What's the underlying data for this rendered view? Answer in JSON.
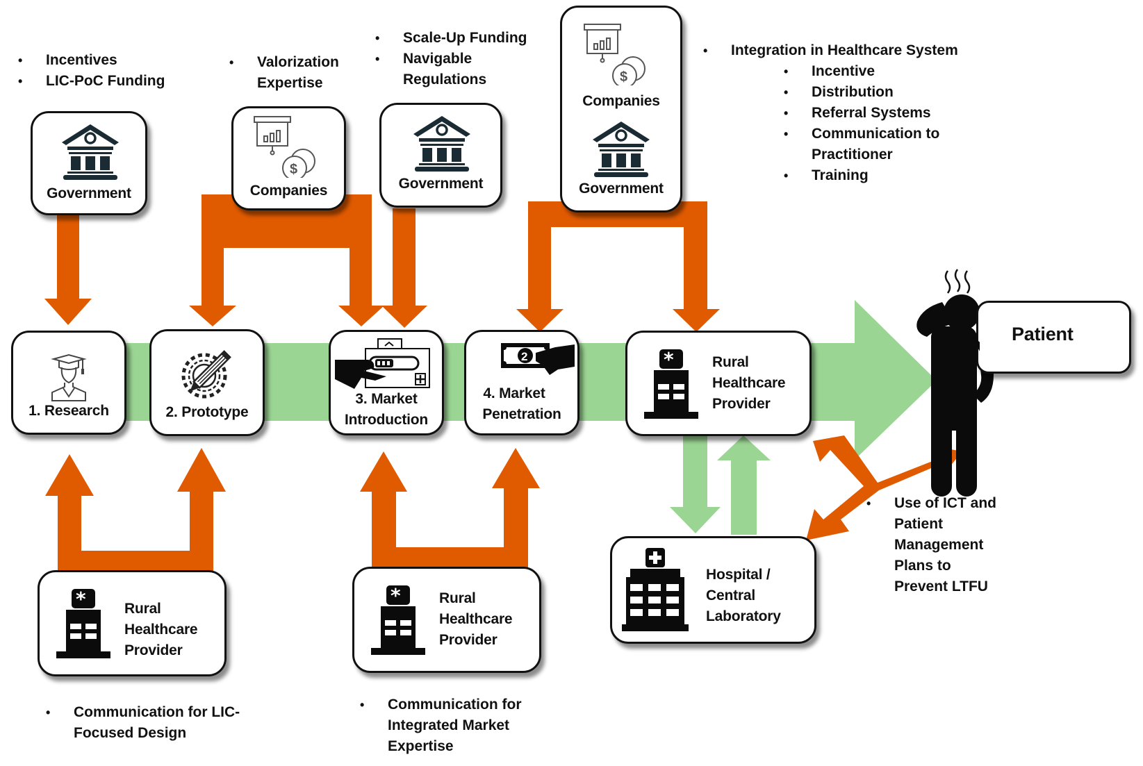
{
  "colors": {
    "orange_arrow": "#E05A00",
    "green_flow": "#9BD593",
    "icon_dark": "#1B2B33",
    "box_border": "#111111"
  },
  "stages": [
    {
      "label_lines": [
        "1. Research"
      ],
      "icon": "graduate-icon"
    },
    {
      "label_lines": [
        "2. Prototype"
      ],
      "icon": "gear-pencil-icon"
    },
    {
      "label_lines": [
        "3. Market",
        "Introduction"
      ],
      "icon": "hand-medical-kit-icon"
    },
    {
      "label_lines": [
        "4. Market",
        "Penetration"
      ],
      "icon": "hand-money-icon"
    }
  ],
  "top_actors": {
    "government_1": {
      "label": "Government",
      "icon": "government-building-icon"
    },
    "companies_1": {
      "label": "Companies",
      "icon": "companies-finance-icon"
    },
    "government_2": {
      "label": "Government",
      "icon": "government-building-icon"
    },
    "companies_government": {
      "label_companies": "Companies",
      "label_government": "Government"
    }
  },
  "rural_provider_main": {
    "lines": [
      "Rural",
      "Healthcare",
      "Provider"
    ],
    "icon": "clinic-building-icon"
  },
  "rural_provider_bottom_1": {
    "lines": [
      "Rural",
      "Healthcare",
      "Provider"
    ],
    "icon": "clinic-building-icon"
  },
  "rural_provider_bottom_2": {
    "lines": [
      "Rural",
      "Healthcare",
      "Provider"
    ],
    "icon": "clinic-building-icon"
  },
  "hospital": {
    "lines": [
      "Hospital /",
      "Central",
      "Laboratory"
    ],
    "icon": "hospital-building-icon"
  },
  "patient": {
    "label": "Patient",
    "icon": "sick-person-icon"
  },
  "notes": {
    "gov1": [
      "Incentives",
      "LIC-PoC Funding"
    ],
    "companies1": [
      "Valorization",
      "Expertise"
    ],
    "gov2": [
      "Scale-Up Funding",
      "Navigable",
      "Regulations"
    ],
    "integration": {
      "title": "Integration in Healthcare System",
      "items": [
        "Incentive",
        "Distribution",
        "Referral Systems",
        "Communication to",
        "Practitioner",
        "Training"
      ]
    },
    "ict": [
      "Use of ICT and",
      "Patient",
      "Management",
      "Plans to",
      "Prevent LTFU"
    ],
    "bottom1": [
      "Communication for LIC-",
      "Focused Design"
    ],
    "bottom2": [
      "Communication for",
      "Integrated Market",
      "Expertise"
    ]
  }
}
